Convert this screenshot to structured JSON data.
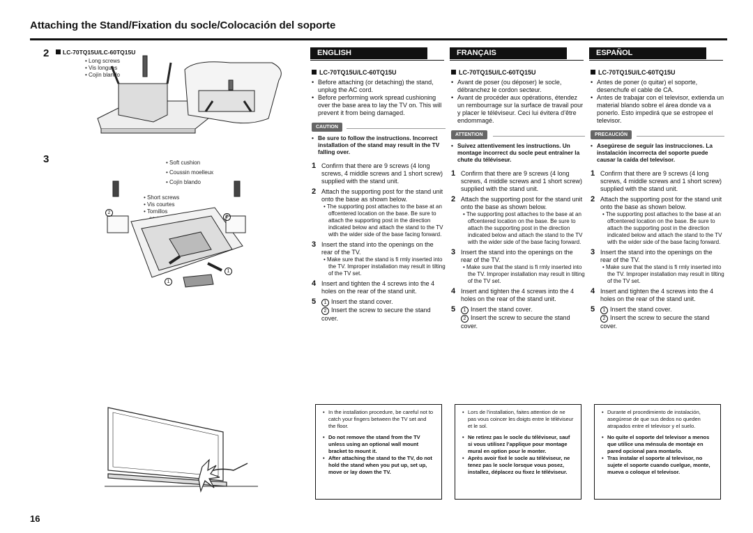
{
  "title": "Attaching the Stand/Fixation du socle/Colocación del soporte",
  "page_number": "16",
  "figure": {
    "step2_number": "2",
    "step2_model": "LC-70TQ15U/LC-60TQ15U",
    "step2_labels": [
      "Long screws",
      "Vis longues",
      "Cojín blando"
    ],
    "step3_number": "3",
    "step3_cushion_labels": [
      "Soft cushion",
      "Coussin moelleux",
      "Cojín blando"
    ],
    "step3_screw_labels": [
      "Short screws",
      "Vis courtes",
      "Tornillos",
      "cortos"
    ],
    "marker_1": "1",
    "marker_2": "2"
  },
  "columns": [
    {
      "header": "ENGLISH",
      "model": "LC-70TQ15U/LC-60TQ15U",
      "bullets": [
        "Before attaching (or detaching) the stand, unplug the AC cord.",
        "Before performing work spread cushioning over the base area to lay the TV on. This will prevent it from being damaged."
      ],
      "warning_label": "CAUTION",
      "warning_text": "Be sure to follow the instructions. Incorrect installation of the stand may result in the TV falling over.",
      "steps": [
        {
          "n": "1",
          "text": "Confirm that there are 9 screws (4 long screws, 4 middle screws and 1 short screw) supplied with the stand unit."
        },
        {
          "n": "2",
          "text": "Attach the supporting post for the stand unit onto the base as shown below.",
          "sub": "The supporting post attaches to the base at an offcentered location on the base. Be sure to attach the supporting post in the direction indicated below and attach the stand to the TV with the wider side of the base facing forward."
        },
        {
          "n": "3",
          "text": "Insert the stand into the openings on the rear of the TV.",
          "sub": "Make sure that the stand is fi rmly inserted into the TV. Improper installation may result in tilting of the TV set."
        },
        {
          "n": "4",
          "text": "Insert and tighten the 4 screws into the 4 holes on the rear of the stand unit."
        },
        {
          "n": "5",
          "line1": "Insert the stand cover.",
          "line2": "Insert the screw to secure the stand cover."
        }
      ],
      "note": "In the installation procedure, be careful not to catch your fingers between the TV set and the floor.",
      "note_bold": [
        "Do not remove the stand from the TV unless using an optional wall mount bracket to mount it.",
        "After attaching the stand to the TV, do not hold the stand when you put up, set up, move or lay down the TV."
      ]
    },
    {
      "header": "FRANÇAIS",
      "model": "LC-70TQ15U/LC-60TQ15U",
      "bullets": [
        "Avant de poser (ou déposer) le socle, débranchez le cordon secteur.",
        "Avant de procéder aux opérations, étendez un rembourrage sur la surface de travail pour y placer le téléviseur. Ceci lui évitera d’être endommagé."
      ],
      "warning_label": "ATTENTION",
      "warning_text": "Suivez attentivement les instructions. Un montage incorrect du socle peut entraîner la chute du téléviseur.",
      "steps": [
        {
          "n": "1",
          "text": "Confirm that there are 9 screws (4 long screws, 4 middle screws and 1 short screw) supplied with the stand unit."
        },
        {
          "n": "2",
          "text": "Attach the supporting post for the stand unit onto the base as shown below.",
          "sub": "The supporting post attaches to the base at an offcentered location on the base. Be sure to attach the supporting post in the direction indicated below and attach the stand to the TV with the wider side of the base facing forward."
        },
        {
          "n": "3",
          "text": "Insert the stand into the openings on the rear of the TV.",
          "sub": "Make sure that the stand is fi rmly inserted into the TV. Improper installation may result in tilting of the TV set."
        },
        {
          "n": "4",
          "text": "Insert and tighten the 4 screws into the 4 holes on the rear of the stand unit."
        },
        {
          "n": "5",
          "line1": "Insert the stand cover.",
          "line2": "Insert the screw to secure the stand cover."
        }
      ],
      "note": "Lors de l’installation, faites attention de ne pas vous coincer les doigts entre le téléviseur et le sol.",
      "note_bold": [
        "Ne retirez pas le socle du téléviseur, sauf si vous utilisez l’applique pour montage mural en option pour le monter.",
        "Après avoir fixé le socle au téléviseur, ne tenez pas le socle lorsque vous posez, installez, déplacez ou fixez le téléviseur."
      ]
    },
    {
      "header": "ESPAÑOL",
      "model": "LC-70TQ15U/LC-60TQ15U",
      "bullets": [
        "Antes de poner (o quitar) el soporte, desenchufe el cable de CA.",
        "Antes de trabajar con el televisor, extienda un material blando sobre el área donde va a ponerlo. Esto impedirá que se estropee el televisor."
      ],
      "warning_label": "PRECAUCIÓN",
      "warning_text": "Asegúrese de seguir las instrucciones. La instalación incorrecta del soporte puede causar la caída del televisor.",
      "steps": [
        {
          "n": "1",
          "text": "Confirm that there are 9 screws (4 long screws, 4 middle screws and 1 short screw) supplied with the stand unit."
        },
        {
          "n": "2",
          "text": "Attach the supporting post for the stand unit onto the base as shown below.",
          "sub": "The supporting post attaches to the base at an offcentered location on the base. Be sure to attach the supporting post in the direction indicated below and attach the stand to the TV with the wider side of the base facing forward."
        },
        {
          "n": "3",
          "text": "Insert the stand into the openings on the rear of the TV.",
          "sub": "Make sure that the stand is fi rmly inserted into the TV. Improper installation may result in tilting of the TV set."
        },
        {
          "n": "4",
          "text": "Insert and tighten the 4 screws into the 4 holes on the rear of the stand unit."
        },
        {
          "n": "5",
          "line1": "Insert the stand cover.",
          "line2": "Insert the screw to secure the stand cover."
        }
      ],
      "note": "Durante el procedimiento de instalación, asegúrese de que sus dedos no queden atrapados entre el televisor y el suelo.",
      "note_bold": [
        "No quite el soporte del televisor a menos que utilice una ménsula de montaje en pared opcional para montarlo.",
        "Tras instalar el soporte al televisor, no sujete el soporte cuando cuelgue, monte, mueva o coloque el televisor."
      ]
    }
  ]
}
